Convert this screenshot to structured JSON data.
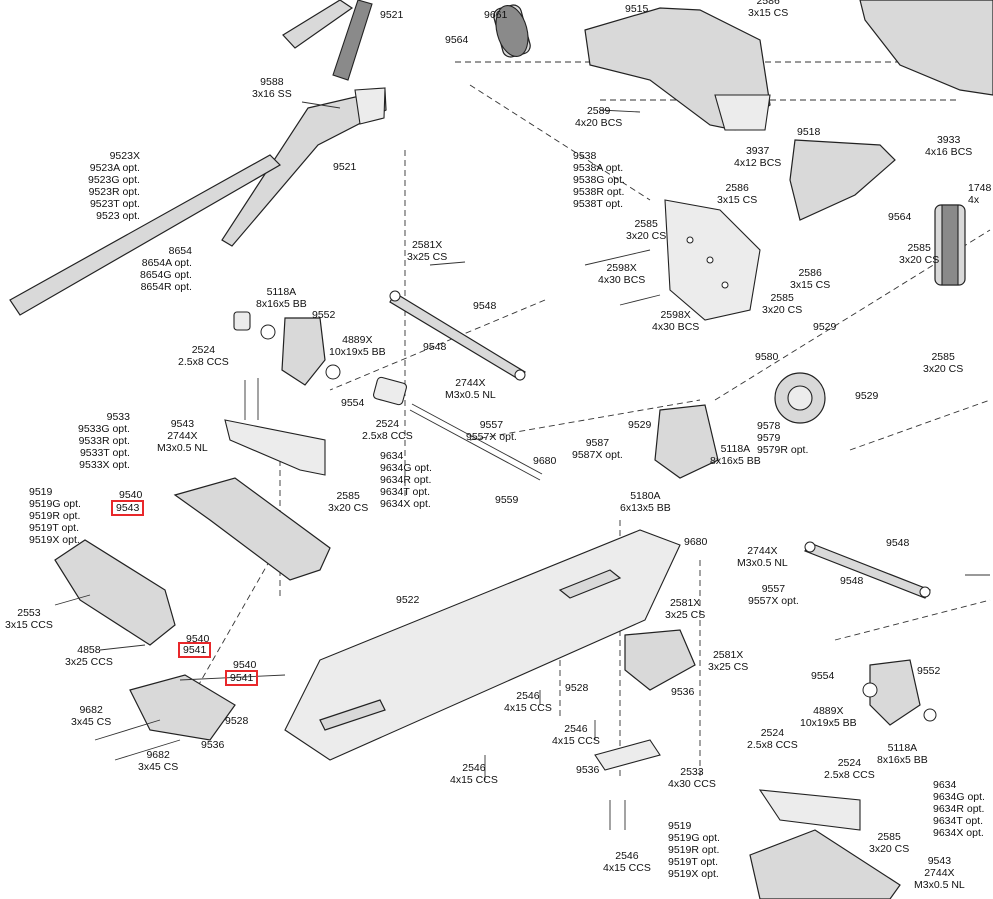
{
  "labels": {
    "l9521a": "9521",
    "l9661": "9661",
    "l9564a": "9564",
    "l9515": "9515",
    "l2586top": "2586\n3x15 CS",
    "l9588": "9588\n3x16 SS",
    "l9521b": "9521",
    "l2589": "2589\n4x20 BCS",
    "l9523x": "9523X\n9523A opt.\n9523G opt.\n9523R opt.\n9523T opt.\n9523 opt.",
    "l9518": "9518",
    "l3937": "3937\n4x12 BCS",
    "l3933": "3933\n4x16 BCS",
    "l1748": "1748\n4x",
    "l9538": "9538\n9538A opt.\n9538G opt.\n9538R opt.\n9538T opt.",
    "l2586mid": "2586\n3x15 CS",
    "l9564b": "9564",
    "l2585a": "2585\n3x20 CS",
    "l2585b": "2585\n3x20 CS",
    "l2581xa": "2581X\n3x25 CS",
    "l2598xa": "2598X\n4x30 BCS",
    "l2586b": "2586\n3x15 CS",
    "l2585c": "2585\n3x20 CS",
    "l8654": "8654\n8654A opt.\n8654G opt.\n8654R opt.",
    "l5118a": "5118A\n8x16x5 BB",
    "l9548a": "9548",
    "l9552a": "9552",
    "l2598xb": "2598X\n4x30 BCS",
    "l9529a": "9529",
    "l2585d": "2585\n3x20 CS",
    "l4889xa": "4889X\n10x19x5 BB",
    "l9548b": "9548",
    "l9580": "9580",
    "l2524a": "2524\n2.5x8 CCS",
    "l2744xa": "2744X\nM3x0.5 NL",
    "l9529b": "9529",
    "l9554a": "9554",
    "l9533": "9533\n9533G opt.\n9533R opt.\n9533T opt.\n9533X opt.",
    "l9543a": "9543\n2744X\nM3x0.5 NL",
    "l2524b": "2524\n2.5x8 CCS",
    "l9557a": "9557\n9557X opt.",
    "l9529c": "9529",
    "l9587": "9587\n9587X opt.",
    "l5118b": "5118A\n8x16x5 BB",
    "l9578": "9578\n9579\n9579R opt.",
    "l9634a": "9634\n9634G opt.\n9634R opt.\n9634T opt.\n9634X opt.",
    "l9680a": "9680",
    "l9519a": "9519\n9519G opt.\n9519R opt.\n9519T opt.\n9519X opt.",
    "l9540a": "9540",
    "l9543box": "9543",
    "l2585e": "2585\n3x20 CS",
    "l9559": "9559",
    "l5180a": "5180A\n6x13x5 BB",
    "l9680b": "9680",
    "l9548c": "9548",
    "l2744xb": "2744X\nM3x0.5 NL",
    "l9548d": "9548",
    "l2553": "2553\n3x15 CCS",
    "l9522": "9522",
    "l9557b": "9557\n9557X opt.",
    "l2581xb": "2581X\n3x25 CS",
    "l9540b": "9540",
    "l9541a": "9541",
    "l4858": "4858\n3x25 CCS",
    "l9540c": "9540",
    "l9541b": "9541",
    "l9528a": "9528",
    "l9536a": "9536",
    "l2581xc": "2581X\n3x25 CS",
    "l9554b": "9554",
    "l9552b": "9552",
    "l9682a": "9682\n3x45 CS",
    "l9528b": "9528",
    "l2546a": "2546\n4x15 CCS",
    "l4889xb": "4889X\n10x19x5 BB",
    "l9536b": "9536",
    "l9682b": "9682\n3x45 CS",
    "l2546b": "2546\n4x15 CCS",
    "l5118c": "5118A\n8x16x5 BB",
    "l2524c": "2524\n2.5x8 CCS",
    "l2524d": "2524\n2.5x8 CCS",
    "l9536c": "9536",
    "l2546c": "2546\n4x15 CCS",
    "l2533": "2533\n4x30 CCS",
    "l9634b": "9634\n9634G opt.\n9634R opt.\n9634T opt.\n9634X opt.",
    "l9519b": "9519\n9519G opt.\n9519R opt.\n9519T opt.\n9519X opt.",
    "l2585f": "2585\n3x20 CS",
    "l9543b": "9543\n2744X\nM3x0.5 NL",
    "l2546d": "2546\n4x15 CCS"
  },
  "highlight_color": "#e8282b"
}
